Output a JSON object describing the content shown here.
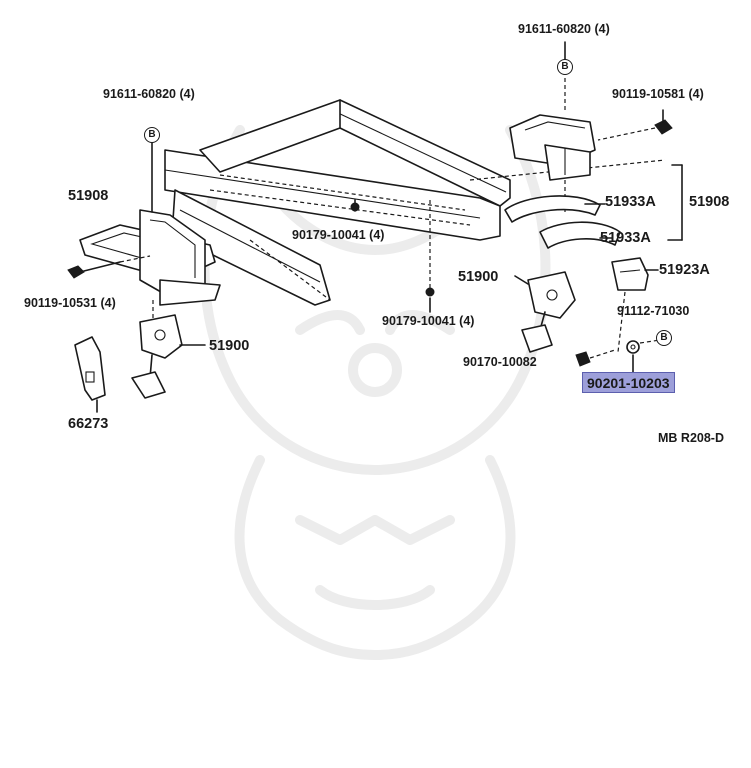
{
  "diagram": {
    "code": "MB R208-D",
    "labels": {
      "bolt_top_right": "91611-60820 (4)",
      "bolt_top_left": "91611-60820 (4)",
      "bolt_right": "90119-10581 (4)",
      "carrier_left": "51908",
      "carrier_right": "51908",
      "bolt_left": "90119-10531 (4)",
      "bolt_mid": "90179-10041 (4)",
      "bolt_lower": "90179-10041 (4)",
      "cushion_upper": "51933A",
      "cushion_lower": "51933A",
      "hanger_right": "51900",
      "hanger_left": "51900",
      "bracket": "51923A",
      "bolt_bracket": "91112-71030",
      "nut": "90170-10082",
      "washer_highlight": "90201-10203",
      "plate": "66273"
    },
    "circle_mark": "B"
  }
}
